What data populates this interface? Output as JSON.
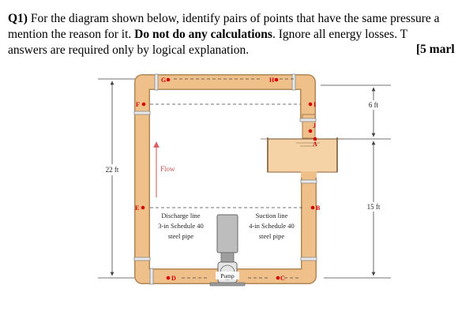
{
  "question": {
    "number": "Q1)",
    "line1": "For the diagram shown below, identify pairs of points that have the same pressure a",
    "line2_a": "mention the reason for it. ",
    "line2_bold": "Do not do any calculations",
    "line2_b": ". Ignore all energy losses. T",
    "line3": "answers are required only by logical explanation.",
    "marks": "[5 marl"
  },
  "diagram": {
    "points": {
      "A": "A",
      "B": "B",
      "C": "C",
      "D": "D",
      "E": "E",
      "F": "F",
      "G": "G",
      "H": "H",
      "I": "I",
      "J": "J"
    },
    "dims": {
      "left": "22 ft",
      "top_right": "6 ft",
      "bottom_right": "15 ft"
    },
    "flow_label": "Flow",
    "discharge_label": [
      "Discharge line",
      "3-in Schedule 40",
      "steel pipe"
    ],
    "suction_label": [
      "Suction line",
      "4-in Schedule 40",
      "steel pipe"
    ],
    "pump_label": "Pump",
    "colors": {
      "pipe": "#f0c08a",
      "pipe_edge": "#b08858",
      "fitting": "#e8e8e8",
      "point": "#d40000",
      "water": "#f6d3a6",
      "flow_arrow": "#d86060",
      "pump": "#bdbdbd"
    }
  }
}
